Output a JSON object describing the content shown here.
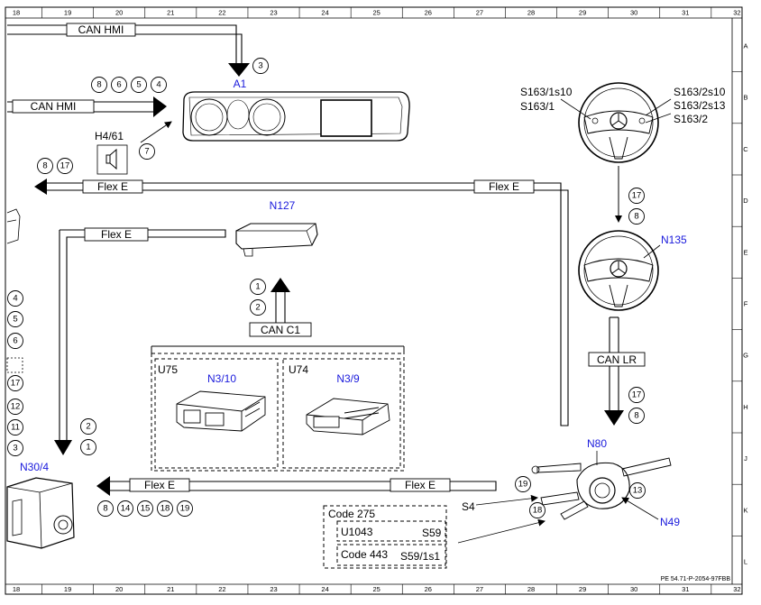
{
  "ruler": {
    "columns": [
      "18",
      "19",
      "20",
      "21",
      "22",
      "23",
      "24",
      "25",
      "26",
      "27",
      "28",
      "29",
      "30",
      "31",
      "32"
    ],
    "rows": [
      "A",
      "B",
      "C",
      "D",
      "E",
      "F",
      "G",
      "H",
      "J",
      "K",
      "L"
    ]
  },
  "components": {
    "a1": "A1",
    "h4_61": "H4/61",
    "n127": "N127",
    "n135": "N135",
    "n80": "N80",
    "n49": "N49",
    "n30_4": "N30/4",
    "u75": "U75",
    "u74": "U74",
    "n3_10": "N3/10",
    "n3_9": "N3/9",
    "s4": "S4",
    "s163_1s10": "S163/1s10",
    "s163_1": "S163/1",
    "s163_2s10": "S163/2s10",
    "s163_2s13": "S163/2s13",
    "s163_2": "S163/2"
  },
  "buses": {
    "can_hmi_top": "CAN HMI",
    "can_hmi_mid": "CAN HMI",
    "flex_e_left": "Flex E",
    "flex_e_right": "Flex E",
    "flex_e_mid": "Flex E",
    "flex_e_bottom_left": "Flex E",
    "flex_e_bottom_right": "Flex E",
    "can_c1": "CAN C1",
    "can_lr": "CAN LR"
  },
  "codes": {
    "code_275": "Code 275",
    "u1043": "U1043",
    "s59": "S59",
    "code_443": "Code 443",
    "s59_1s1": "S59/1s1"
  },
  "callouts": {
    "a1_top": "3",
    "can_hmi_group": [
      "8",
      "6",
      "5",
      "4"
    ],
    "a1_h4": "7",
    "flex_left": [
      "8",
      "17"
    ],
    "wheel_mid": [
      "17",
      "8"
    ],
    "can_lr_group": [
      "17",
      "8"
    ],
    "can_c1_group": [
      "1",
      "2"
    ],
    "n30_group": [
      "2",
      "1"
    ],
    "left_column": [
      "4",
      "5",
      "6",
      "17",
      "12",
      "11",
      "3"
    ],
    "bottom_group": [
      "8",
      "14",
      "15",
      "18",
      "19"
    ],
    "s4_callout": "19",
    "n80_callout": "18",
    "n49_callout": "13"
  },
  "reference": "PE 54.71-P-2054-97FBB"
}
